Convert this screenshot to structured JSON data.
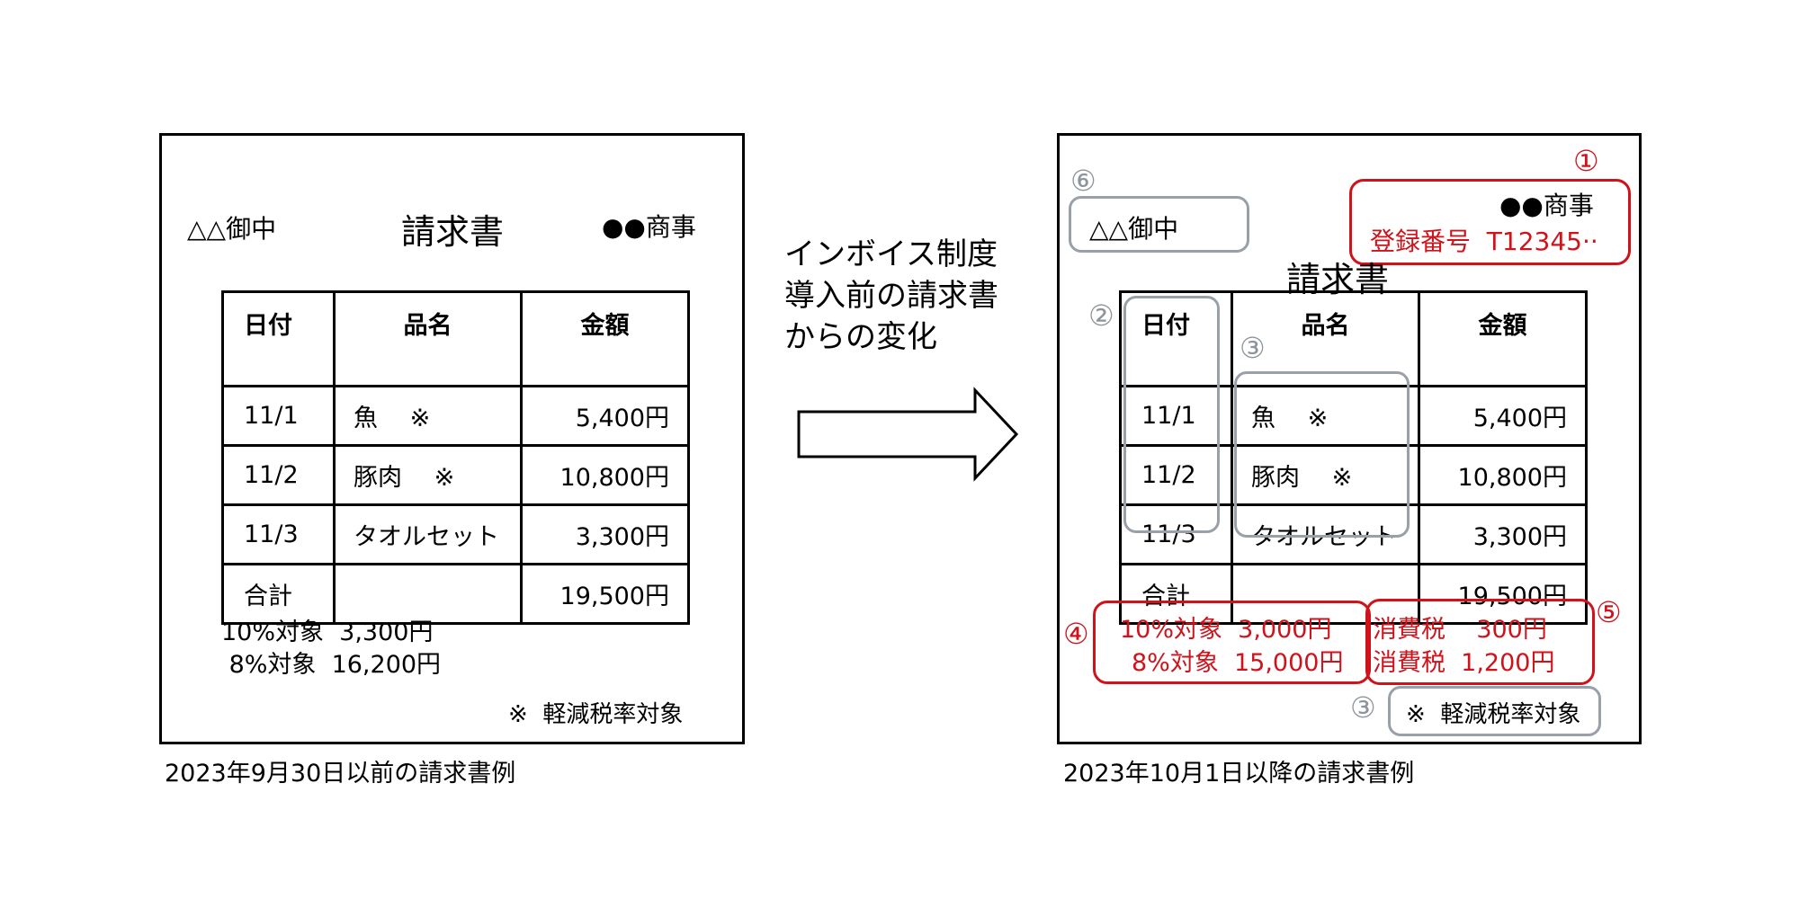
{
  "before": {
    "caption": "2023年9月30日以前の請求書例",
    "recipient": "△△御中",
    "title": "請求書",
    "issuer": "●●商事",
    "table": {
      "headers": [
        "日付",
        "品名",
        "金額"
      ],
      "rows": [
        [
          "11/1",
          "魚　 ※",
          "5,400円"
        ],
        [
          "11/2",
          "豚肉　 ※",
          "10,800円"
        ],
        [
          "11/3",
          "タオルセット",
          "3,300円"
        ],
        [
          "合計",
          "",
          "19,500円"
        ]
      ]
    },
    "tax_lines": [
      "10%対象  3,300円",
      " 8%対象  16,200円"
    ],
    "footnote": "※  軽減税率対象"
  },
  "arrow_label": [
    "インボイス制度",
    "導入前の請求書",
    "からの変化"
  ],
  "after": {
    "caption": "2023年10月1日以降の請求書例",
    "recipient": "△△御中",
    "title": "請求書",
    "issuer": "●●商事",
    "registration": "登録番号  T12345··",
    "table": {
      "headers": [
        "日付",
        "品名",
        "金額"
      ],
      "rows": [
        [
          "11/1",
          "魚　 ※",
          "5,400円"
        ],
        [
          "11/2",
          "豚肉　 ※",
          "10,800円"
        ],
        [
          "11/3",
          "タオルセット",
          "3,300円"
        ],
        [
          "合計",
          "",
          "19,500円"
        ]
      ]
    },
    "tax_targets": [
      "10%対象  3,000円",
      "8%対象  15,000円"
    ],
    "tax_amounts": [
      "消費税    300円",
      "消費税  1,200円"
    ],
    "footnote": "※  軽減税率対象",
    "markers": {
      "m1": "①",
      "m2": "②",
      "m3a": "③",
      "m3b": "③",
      "m4": "④",
      "m5": "⑤",
      "m6": "⑥"
    }
  },
  "colors": {
    "highlight_red": "#d0121b",
    "highlight_gray": "#9aa0a8"
  }
}
